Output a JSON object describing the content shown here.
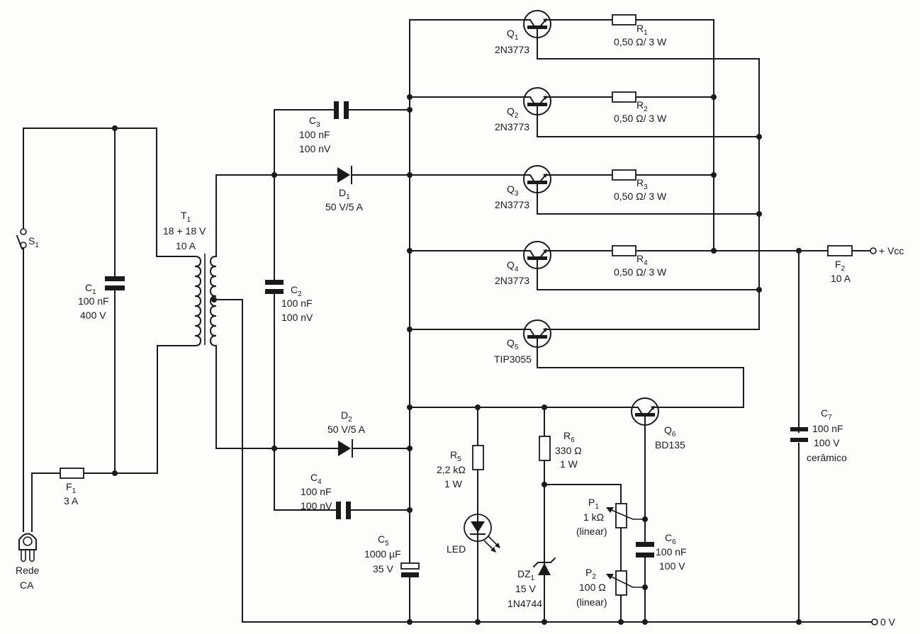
{
  "diagram": {
    "type": "electronic schematic",
    "description": "Regulated high-current power supply",
    "colors": {
      "ink": "#1a1a1a",
      "paper": "#fdfdfc"
    }
  },
  "components": {
    "S1": {
      "ref": "S",
      "sub": "1"
    },
    "C1": {
      "ref": "C",
      "sub": "1",
      "value": "100 nF",
      "rating": "400 V"
    },
    "F1": {
      "ref": "F",
      "sub": "1",
      "value": "3 A"
    },
    "plug": {
      "line1": "Rede",
      "line2": "CA"
    },
    "T1": {
      "ref": "T",
      "sub": "1",
      "value": "18 + 18 V",
      "rating": "10 A"
    },
    "C2": {
      "ref": "C",
      "sub": "2",
      "value": "100 nF",
      "rating": "100 nV"
    },
    "C3": {
      "ref": "C",
      "sub": "3",
      "value": "100 nF",
      "rating": "100 nV"
    },
    "C4": {
      "ref": "C",
      "sub": "4",
      "value": "100 nF",
      "rating": "100 nV"
    },
    "C5": {
      "ref": "C",
      "sub": "5",
      "value": "1000 µF",
      "rating": "35 V"
    },
    "D1": {
      "ref": "D",
      "sub": "1",
      "value": "50 V/5 A"
    },
    "D2": {
      "ref": "D",
      "sub": "2",
      "value": "50 V/5 A"
    },
    "Q1": {
      "ref": "Q",
      "sub": "1",
      "part": "2N3773"
    },
    "Q2": {
      "ref": "Q",
      "sub": "2",
      "part": "2N3773"
    },
    "Q3": {
      "ref": "Q",
      "sub": "3",
      "part": "2N3773"
    },
    "Q4": {
      "ref": "Q",
      "sub": "4",
      "part": "2N3773"
    },
    "Q5": {
      "ref": "Q",
      "sub": "5",
      "part": "TIP3055"
    },
    "Q6": {
      "ref": "Q",
      "sub": "6",
      "part": "BD135"
    },
    "R1": {
      "ref": "R",
      "sub": "1",
      "value": "0,50 Ω/ 3 W"
    },
    "R2": {
      "ref": "R",
      "sub": "2",
      "value": "0,50 Ω/ 3 W"
    },
    "R3": {
      "ref": "R",
      "sub": "3",
      "value": "0,50 Ω/ 3 W"
    },
    "R4": {
      "ref": "R",
      "sub": "4",
      "value": "0,50 Ω/ 3 W"
    },
    "R5": {
      "ref": "R",
      "sub": "5",
      "value": "2,2 kΩ",
      "rating": "1 W"
    },
    "R6": {
      "ref": "R",
      "sub": "6",
      "value": "330 Ω",
      "rating": "1 W"
    },
    "LED": {
      "label": "LED"
    },
    "DZ1": {
      "ref": "DZ",
      "sub": "1",
      "value": "15 V",
      "part": "1N4744"
    },
    "P1": {
      "ref": "P",
      "sub": "1",
      "value": "1 kΩ",
      "note": "(linear)"
    },
    "P2": {
      "ref": "P",
      "sub": "2",
      "value": "100 Ω",
      "note": "(linear)"
    },
    "C6": {
      "ref": "C",
      "sub": "6",
      "value": "100 nF",
      "rating": "100 V"
    },
    "C7": {
      "ref": "C",
      "sub": "7",
      "value": "100 nF",
      "rating": "100 V",
      "note": "cerâmico"
    },
    "F2": {
      "ref": "F",
      "sub": "2",
      "value": "10 A"
    }
  },
  "terminals": {
    "vcc": "+ Vcc",
    "gnd": "0 V"
  }
}
